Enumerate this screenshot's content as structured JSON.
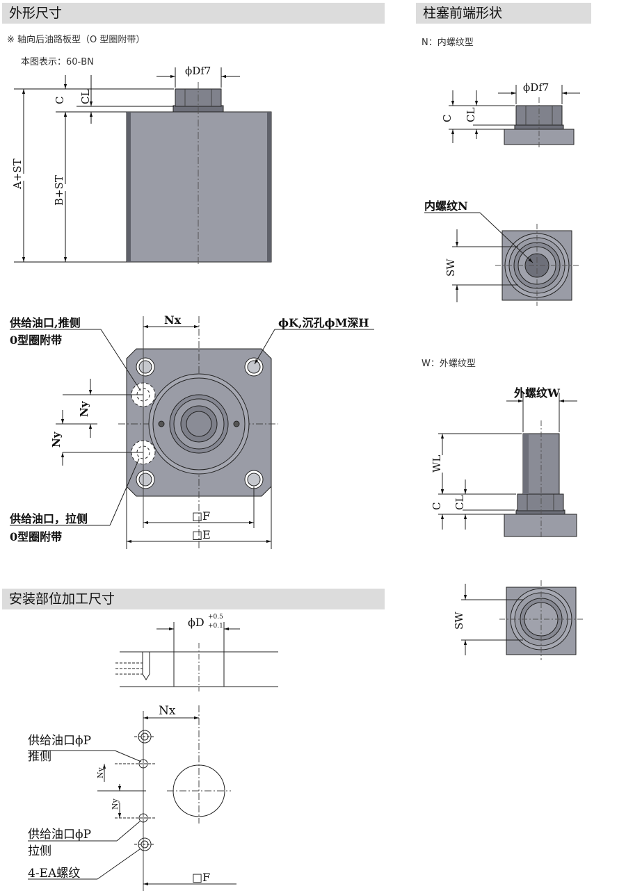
{
  "left": {
    "header": "外形尺寸",
    "note_type": "※ 轴向后油路板型（O 型圈附带）",
    "note_shown": "本图表示：60-BN",
    "side_view": {
      "df7": "ϕDf7",
      "c": "C",
      "cl": "CL",
      "a_st": "A+ST",
      "b_st": "B+ST"
    },
    "top_view": {
      "push_port_line1": "供给油口,推侧",
      "push_port_line2": "0型圈附带",
      "nx": "Nx",
      "ny": "Ny",
      "k_hole": "ϕK,沉孔ϕM深H",
      "pull_port_line1": "供给油口，拉侧",
      "pull_port_line2": "0型圈附带",
      "f": "□F",
      "e": "□E"
    }
  },
  "mounting": {
    "header": "安装部位加工尺寸",
    "d_label": "ϕD",
    "d_tol_up": "+0.5",
    "d_tol_low": "+0.1",
    "nx": "Nx",
    "ny": "Ny",
    "push_line1": "供给油口ϕP",
    "push_line2": "推侧",
    "pull_line1": "供给油口ϕP",
    "pull_line2": "拉侧",
    "thread": "4-EA螺纹",
    "f": "□F"
  },
  "right": {
    "header": "柱塞前端形状",
    "n_type": "N：内螺纹型",
    "n_df7": "ϕDf7",
    "c": "C",
    "cl": "CL",
    "inner_thread": "内螺纹N",
    "sw": "SW",
    "w_type": "W：外螺纹型",
    "outer_thread": "外螺纹W",
    "wl": "WL"
  },
  "colors": {
    "header_bg": "#dcdcdc",
    "body_fill": "#9a9ca6",
    "dark_fill": "#6e707a"
  }
}
